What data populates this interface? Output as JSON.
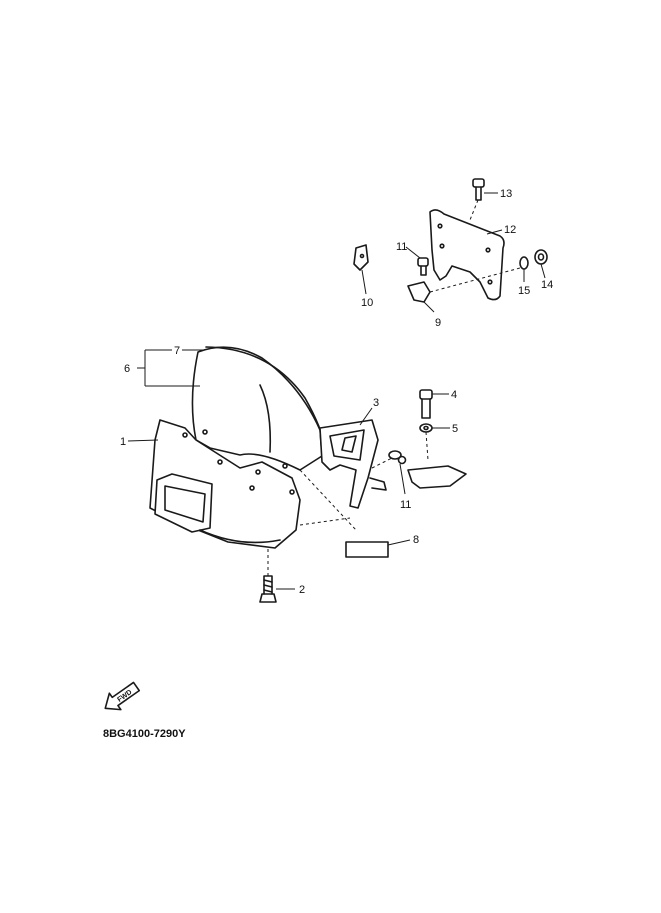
{
  "callouts": {
    "c1": "1",
    "c2": "2",
    "c3": "3",
    "c4": "4",
    "c5": "5",
    "c6": "6",
    "c7": "7",
    "c8": "8",
    "c9": "9",
    "c10": "10",
    "c11a": "11",
    "c11b": "11",
    "c12": "12",
    "c13": "13",
    "c14": "14",
    "c15": "15"
  },
  "fwd_label": "FWD",
  "diagram_code": "8BG4100-7290Y"
}
